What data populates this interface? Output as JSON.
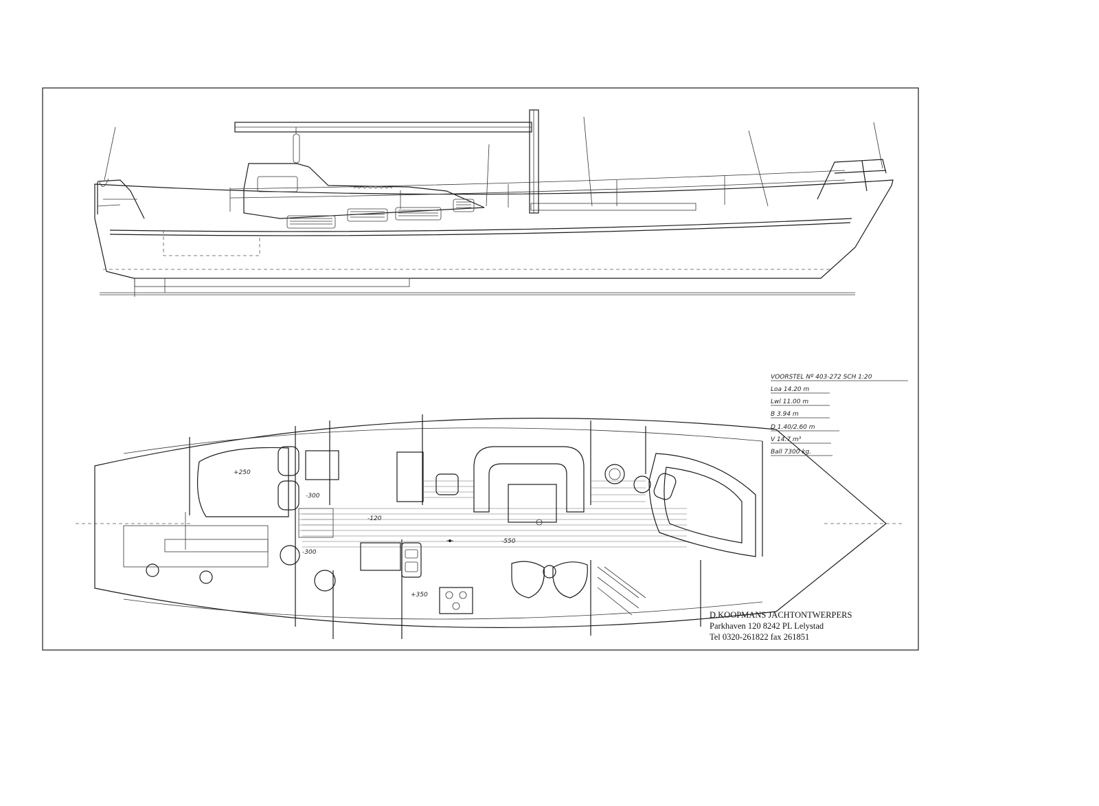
{
  "spec_block": {
    "heading": "VOORSTEL Nº 403-272  SCH 1:20",
    "rows": [
      "Loa  14.20 m",
      "Lwl  11.00 m",
      "B    3.94 m",
      "D    1.40/2.60 m",
      "V    14.7  m³",
      "Ball  7300 kg."
    ]
  },
  "firm": {
    "name": "D.KOOPMANS JACHTONTWERPERS",
    "address": "Parkhaven 120 8242 PL Lelystad",
    "contact": "Tel 0320-261822 fax 261851"
  },
  "plan_labels": {
    "l250": "+250",
    "l300a": "-300",
    "l120": "-120",
    "l550": "-550",
    "l300b": "-300",
    "l350": "+350"
  },
  "colors": {
    "ink": "#1a1a1a",
    "stipple": "#444444",
    "paper": "#ffffff"
  }
}
